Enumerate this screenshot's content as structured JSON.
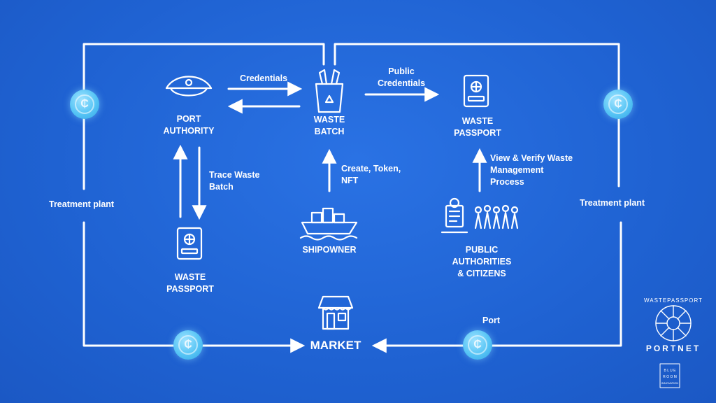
{
  "nodes": {
    "port_authority": "PORT\nAUTHORITY",
    "waste_batch": "WASTE\nBATCH",
    "waste_passport_right": "WASTE\nPASSPORT",
    "waste_passport_left": "WASTE\nPASSPORT",
    "shipowner": "SHIPOWNER",
    "public_authorities": "PUBLIC\nAUTHORITIES\n& CITIZENS",
    "market": "MARKET"
  },
  "edges": {
    "credentials": "Credentials",
    "public_credentials": "Public\nCredentials",
    "trace_waste_batch": "Trace Waste\nBatch",
    "create_token_nft": "Create, Token,\nNFT",
    "view_verify": "View & Verify Waste\nManagement\nProcess"
  },
  "loop_labels": {
    "treatment_plant_left": "Treatment plant",
    "treatment_plant_right": "Treatment plant",
    "port": "Port"
  },
  "branding": {
    "logo_top": "WASTEPASSPORT",
    "logo_bottom": "PORTNET",
    "logo_small": [
      "B L U E",
      "R O O M",
      "INNOVATION"
    ]
  },
  "coin_symbol": "₵",
  "colors": {
    "background": "#2166d6",
    "coin": "#56c4f5",
    "line": "#ffffff"
  }
}
